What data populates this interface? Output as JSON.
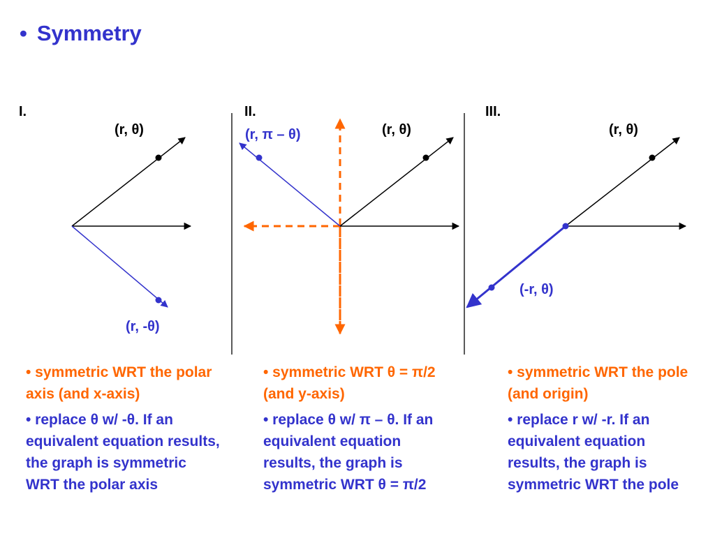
{
  "title": {
    "bullet": "•",
    "text": "Symmetry"
  },
  "colors": {
    "title": "#3333cc",
    "orange": "#ff6600",
    "blue": "#3333cc",
    "black": "#000000"
  },
  "panels": [
    {
      "label": "I.",
      "labels": {
        "r_theta": "(r, θ)",
        "r_neg_theta": "(r, -θ)"
      }
    },
    {
      "label": "II.",
      "labels": {
        "r_theta": "(r, θ)",
        "r_pi_minus_theta": "(r, π – θ)"
      }
    },
    {
      "label": "III.",
      "labels": {
        "r_theta": "(r, θ)",
        "neg_r_theta": "(-r, θ)"
      }
    }
  ],
  "columns": [
    {
      "lines": [
        {
          "text": "• symmetric WRT the polar axis (and x-axis)",
          "color": "orange"
        },
        {
          "text": "• replace θ w/ -θ.  If an equivalent equation results, the graph is symmetric WRT the polar axis",
          "color": "blue"
        }
      ]
    },
    {
      "lines": [
        {
          "text": "• symmetric WRT θ = π/2 (and y-axis)",
          "color": "orange"
        },
        {
          "text": "• replace θ w/ π – θ.  If an equivalent equation results, the graph is symmetric WRT θ = π/2",
          "color": "blue"
        }
      ]
    },
    {
      "lines": [
        {
          "text": "• symmetric WRT the pole (and origin)",
          "color": "orange"
        },
        {
          "text": "• replace r w/ -r.  If an equivalent equation results, the graph is symmetric WRT the pole",
          "color": "blue"
        }
      ]
    }
  ]
}
